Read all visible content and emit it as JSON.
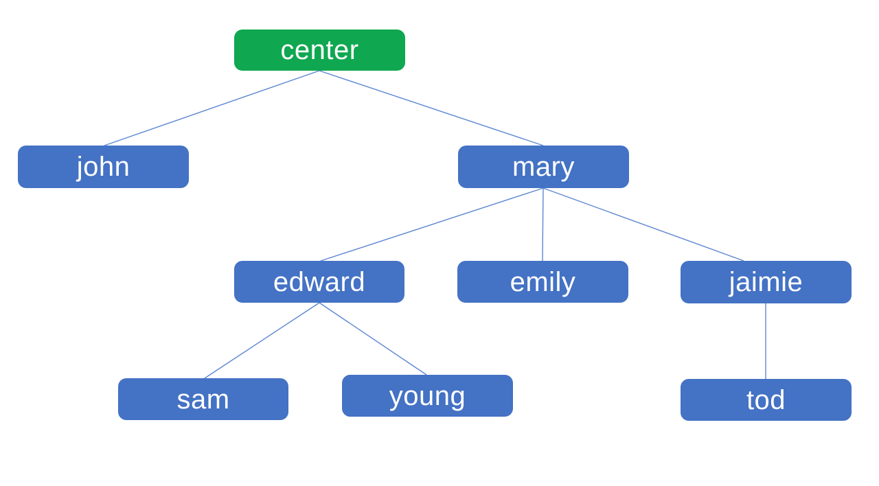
{
  "diagram": {
    "type": "tree",
    "root": "center",
    "nodes": [
      {
        "id": "center",
        "label": "center",
        "level": 0,
        "parent": null
      },
      {
        "id": "john",
        "label": "john",
        "level": 1,
        "parent": "center"
      },
      {
        "id": "mary",
        "label": "mary",
        "level": 1,
        "parent": "center"
      },
      {
        "id": "edward",
        "label": "edward",
        "level": 2,
        "parent": "mary"
      },
      {
        "id": "emily",
        "label": "emily",
        "level": 2,
        "parent": "mary"
      },
      {
        "id": "jaimie",
        "label": "jaimie",
        "level": 2,
        "parent": "mary"
      },
      {
        "id": "sam",
        "label": "sam",
        "level": 3,
        "parent": "edward"
      },
      {
        "id": "young",
        "label": "young",
        "level": 3,
        "parent": "edward"
      },
      {
        "id": "tod",
        "label": "tod",
        "level": 3,
        "parent": "jaimie"
      }
    ],
    "edges": [
      [
        "center",
        "john"
      ],
      [
        "center",
        "mary"
      ],
      [
        "mary",
        "edward"
      ],
      [
        "mary",
        "emily"
      ],
      [
        "mary",
        "jaimie"
      ],
      [
        "edward",
        "sam"
      ],
      [
        "edward",
        "young"
      ],
      [
        "jaimie",
        "tod"
      ]
    ],
    "colors": {
      "root_fill": "#0FA750",
      "node_fill": "#4472C4",
      "connector": "#5B85D2",
      "text": "#FFFFFF",
      "background": "#FFFFFF"
    }
  }
}
